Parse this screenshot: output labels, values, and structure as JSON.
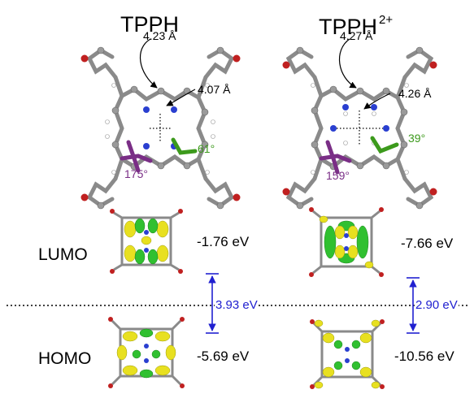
{
  "columns": [
    {
      "title": "TPPH",
      "title_sup": "",
      "distance_top": "4.23 Å",
      "distance_right": "4.07 Å",
      "angle_green": "61°",
      "angle_purple": "175°",
      "lumo_energy": "-1.76 eV",
      "homo_energy": "-5.69 eV",
      "gap": "3.93 eV"
    },
    {
      "title": "TPPH",
      "title_sup": "2+",
      "distance_top": "4.27 Å",
      "distance_right": "4.26 Å",
      "angle_green": "39°",
      "angle_purple": "159°",
      "lumo_energy": "-7.66 eV",
      "homo_energy": "-10.56 eV",
      "gap": "2.90 eV"
    }
  ],
  "rows": {
    "lumo_label": "LUMO",
    "homo_label": "HOMO"
  },
  "colors": {
    "gap_arrow": "#2020d0",
    "green_highlight": "#3c9a1c",
    "purple_highlight": "#7a2e86",
    "carbon": "#8a8a8a",
    "nitrogen": "#2a3fd0",
    "oxygen": "#c02020",
    "orbital_yellow": "#e8e020",
    "orbital_green": "#30c030"
  }
}
